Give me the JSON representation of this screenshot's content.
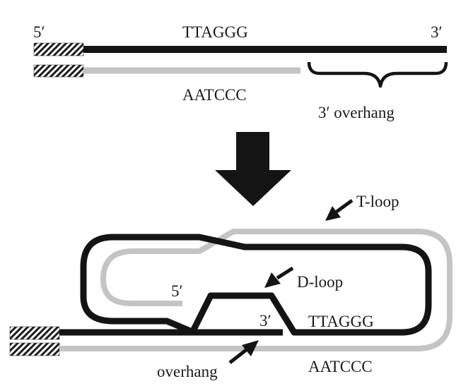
{
  "top_panel": {
    "five_prime_label": "5′",
    "three_prime_label": "3′",
    "g_strand_label": "TTAGGG",
    "c_strand_label": "AATCCC",
    "overhang_label": "3′ overhang"
  },
  "bottom_panel": {
    "t_loop_label": "T-loop",
    "d_loop_label": "D-loop",
    "five_prime_label": "5′",
    "three_prime_label": "3′",
    "g_strand_label": "TTAGGG",
    "c_strand_label": "AATCCC",
    "overhang_label": "overhang"
  },
  "colors": {
    "g_strand": "#141414",
    "c_strand": "#c4c4c4",
    "arrow": "#141414"
  }
}
